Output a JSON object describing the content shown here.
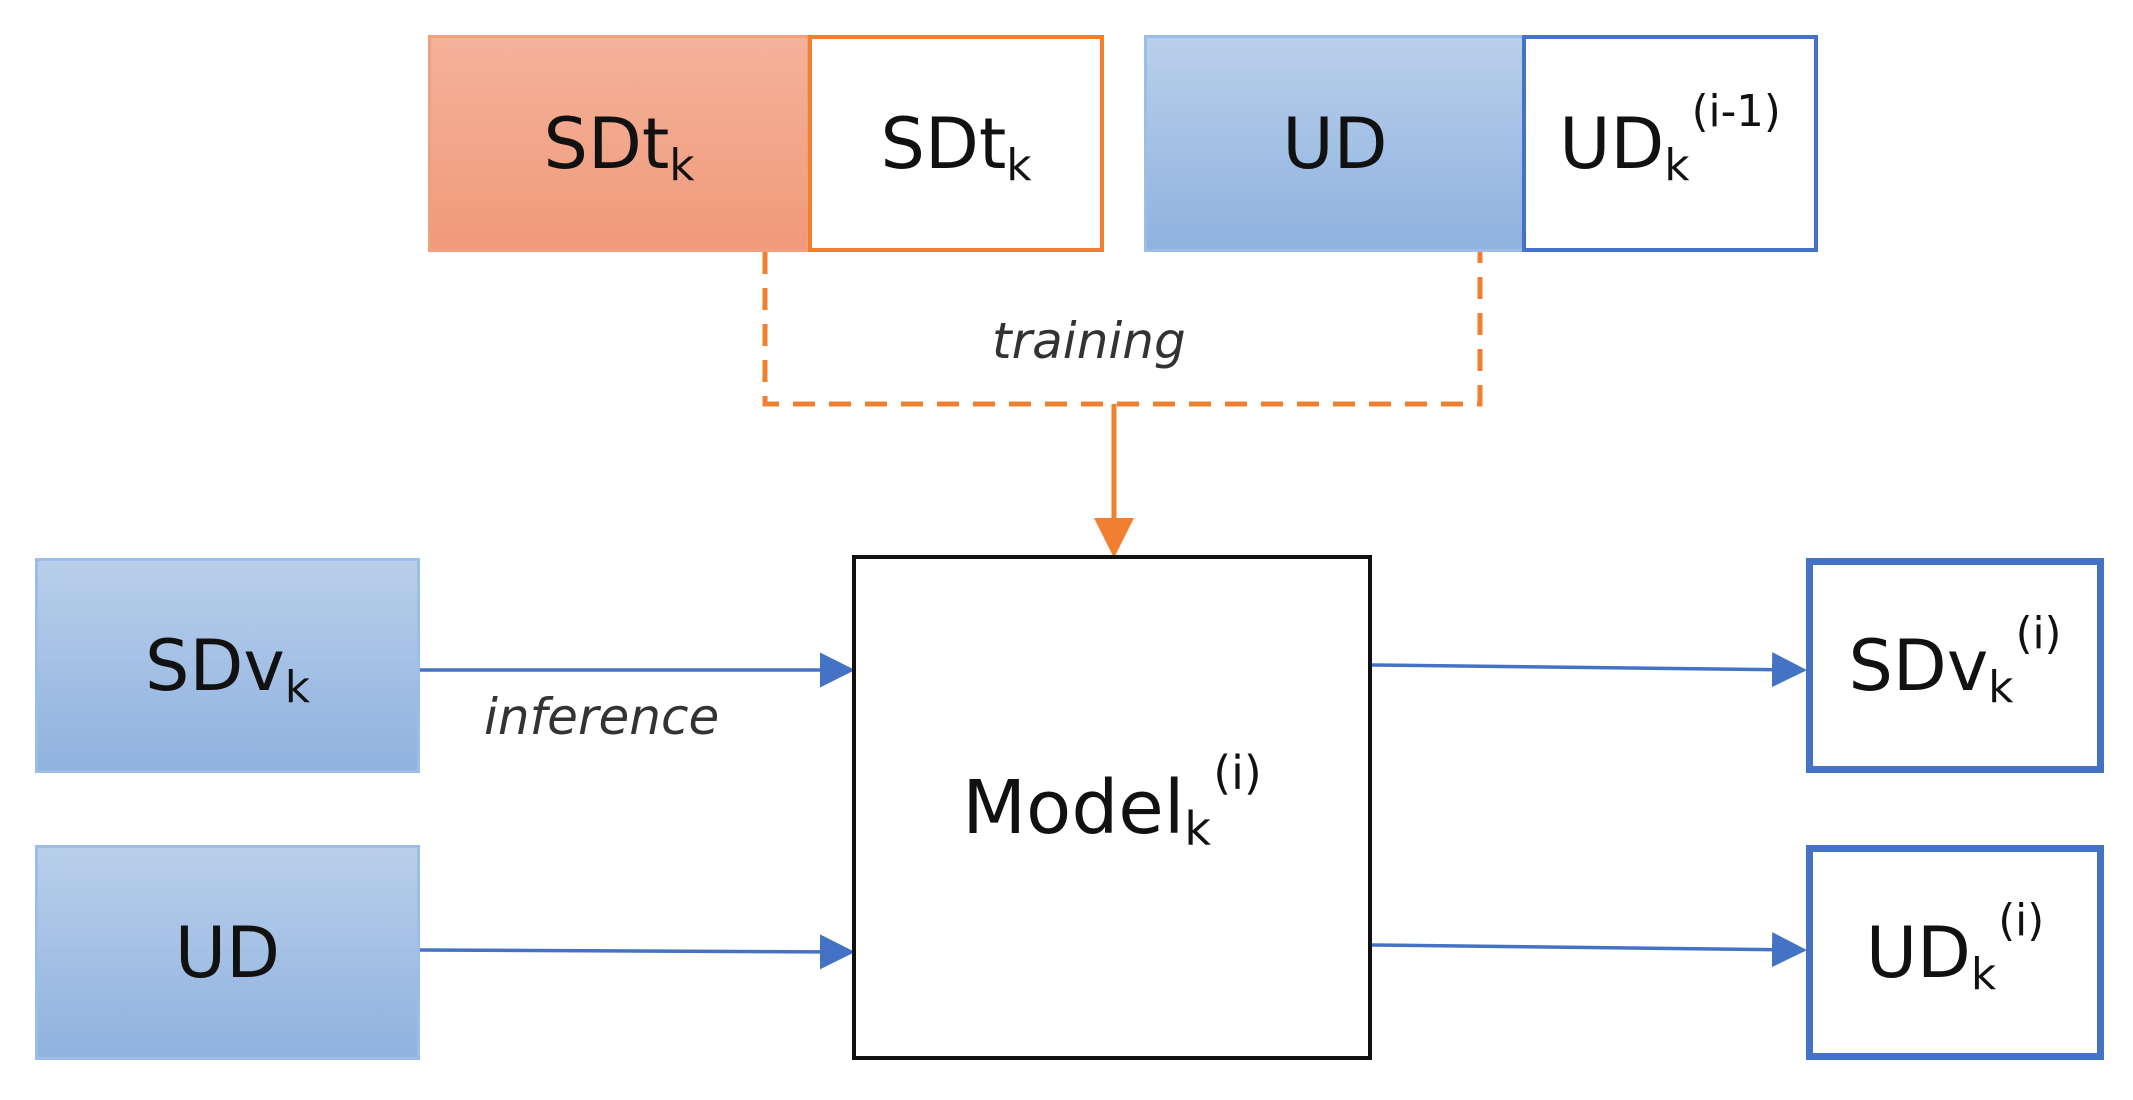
{
  "colors": {
    "orange": "#f08030",
    "orange_fill": "#f09a7a",
    "blue": "#4472c4",
    "blue_fill": "#a5c1e6",
    "black": "#111111"
  },
  "training_inputs": {
    "sdt_filled": {
      "base": "SDt",
      "sub": "k",
      "sup": ""
    },
    "sdt_outline": {
      "base": "SDt",
      "sub": "k",
      "sup": ""
    },
    "ud_filled": {
      "base": "UD",
      "sub": "",
      "sup": ""
    },
    "ud_outline": {
      "base": "UD",
      "sub": "k",
      "sup": "(i-1)"
    }
  },
  "edge_labels": {
    "training": "training",
    "inference": "inference"
  },
  "model": {
    "base": "Model",
    "sub": "k",
    "sup": "(i)"
  },
  "inference_inputs": {
    "sdv": {
      "base": "SDv",
      "sub": "k",
      "sup": ""
    },
    "ud": {
      "base": "UD",
      "sub": "",
      "sup": ""
    }
  },
  "outputs": {
    "sdv": {
      "base": "SDv",
      "sub": "k",
      "sup": "(i)"
    },
    "ud": {
      "base": "UD",
      "sub": "k",
      "sup": "(i)"
    }
  }
}
